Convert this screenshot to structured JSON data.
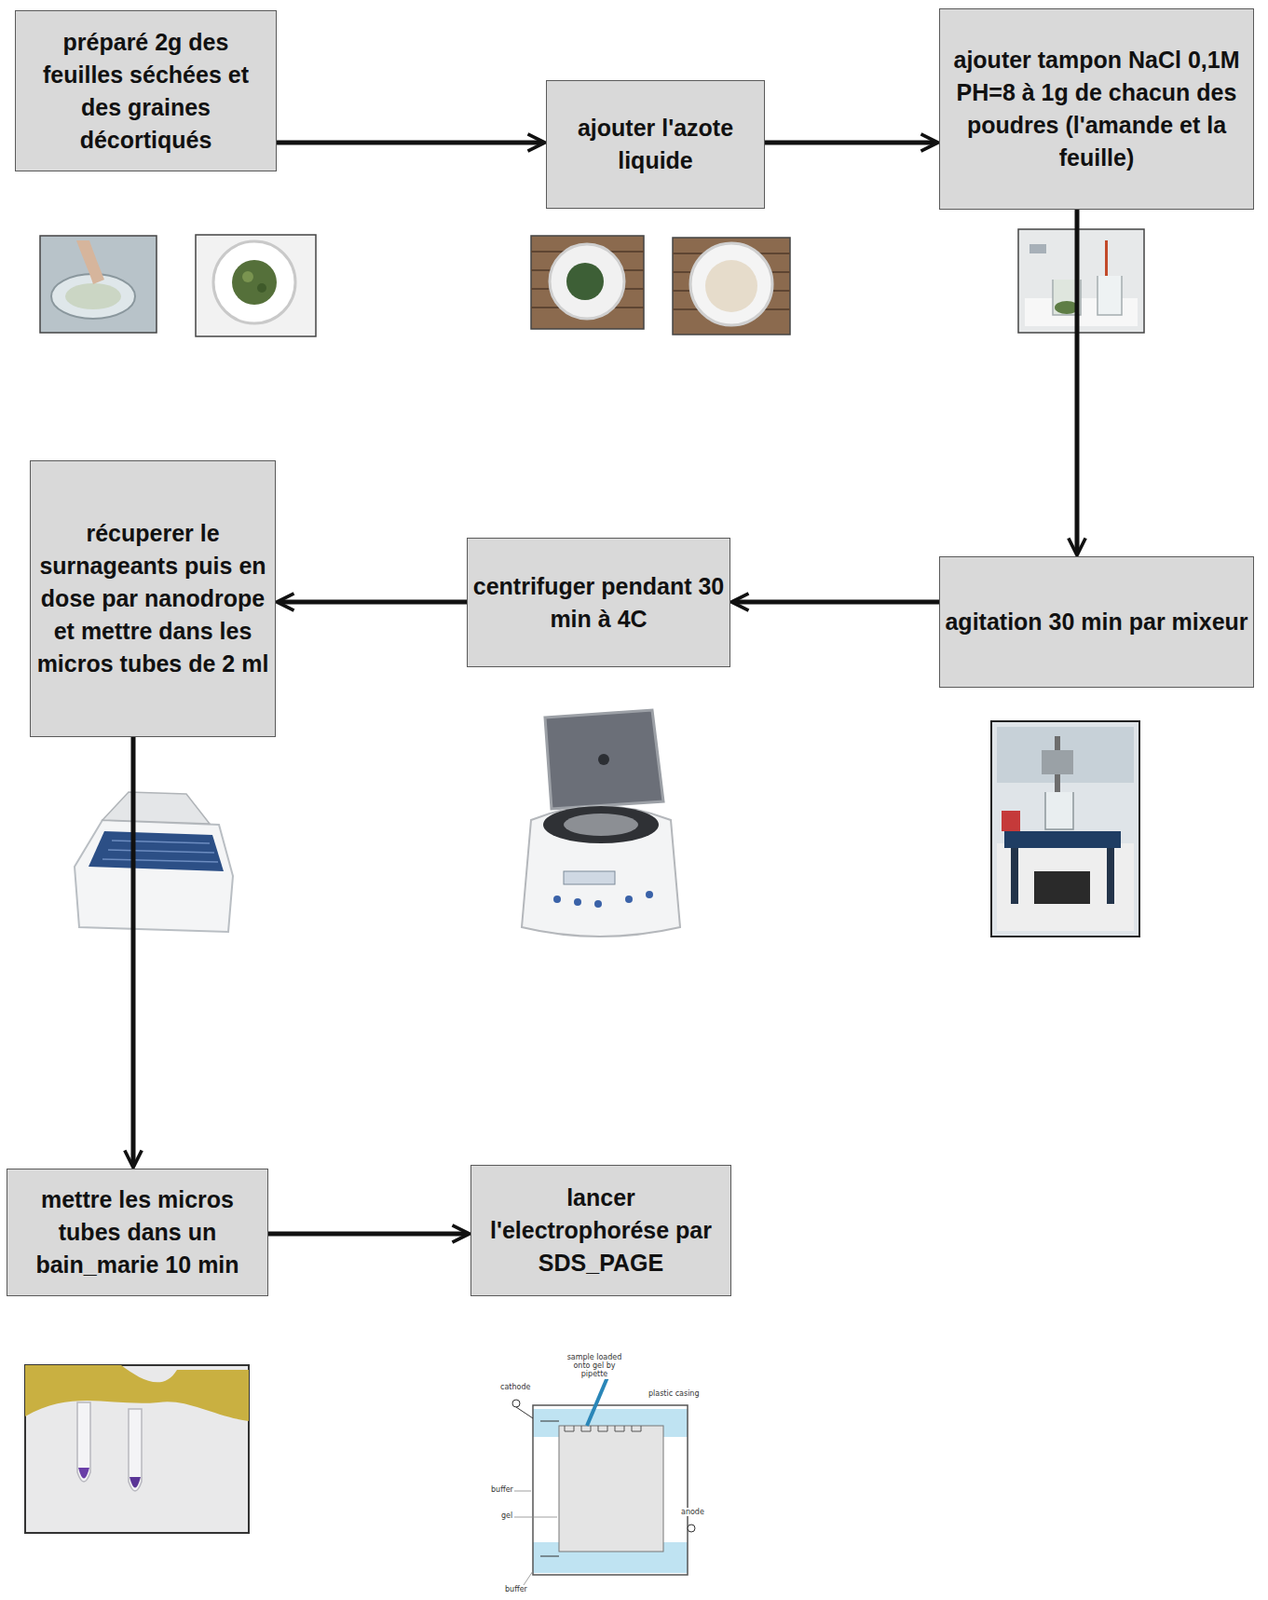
{
  "diagram": {
    "nodes": [
      {
        "text": [
          "préparé 2g des feuilles séchées et des graines décortiqués"
        ]
      },
      {
        "text": [
          "ajouter l'azote liquide"
        ]
      },
      {
        "text": [
          "ajouter tampon NaCl 0,1M PH=8 à 1g de chacun des poudres (l'amande et la feuille)"
        ]
      },
      {
        "text": [
          "agitation 30 min par mixeur"
        ]
      },
      {
        "text": [
          "centrifuger pendant 30 min à 4C"
        ]
      },
      {
        "text": [
          "récuperer le surnageants puis en dose par nanodrope et mettre dans les micros tubes de 2 ml"
        ]
      },
      {
        "text": [
          "mettre les micros tubes dans un bain_marie 10 min"
        ]
      },
      {
        "text": [
          "lancer l'electrophorése par SDS_PAGE"
        ]
      }
    ],
    "edges": [
      {
        "from": 0,
        "to": 1,
        "arrow": "to"
      },
      {
        "from": 1,
        "to": 2,
        "arrow": "to"
      },
      {
        "from": 2,
        "to": 3,
        "arrow": "to"
      },
      {
        "from": 3,
        "to": 4,
        "arrow": "to"
      },
      {
        "from": 4,
        "to": 5,
        "arrow": "to"
      },
      {
        "from": 5,
        "to": 6,
        "arrow": "to"
      },
      {
        "from": 6,
        "to": 7,
        "arrow": "to"
      }
    ],
    "labels": [
      "sample loaded onto gel by pipette",
      "cathode",
      "plastic casing",
      "buffer",
      "gel",
      "anode",
      "buffer"
    ]
  }
}
